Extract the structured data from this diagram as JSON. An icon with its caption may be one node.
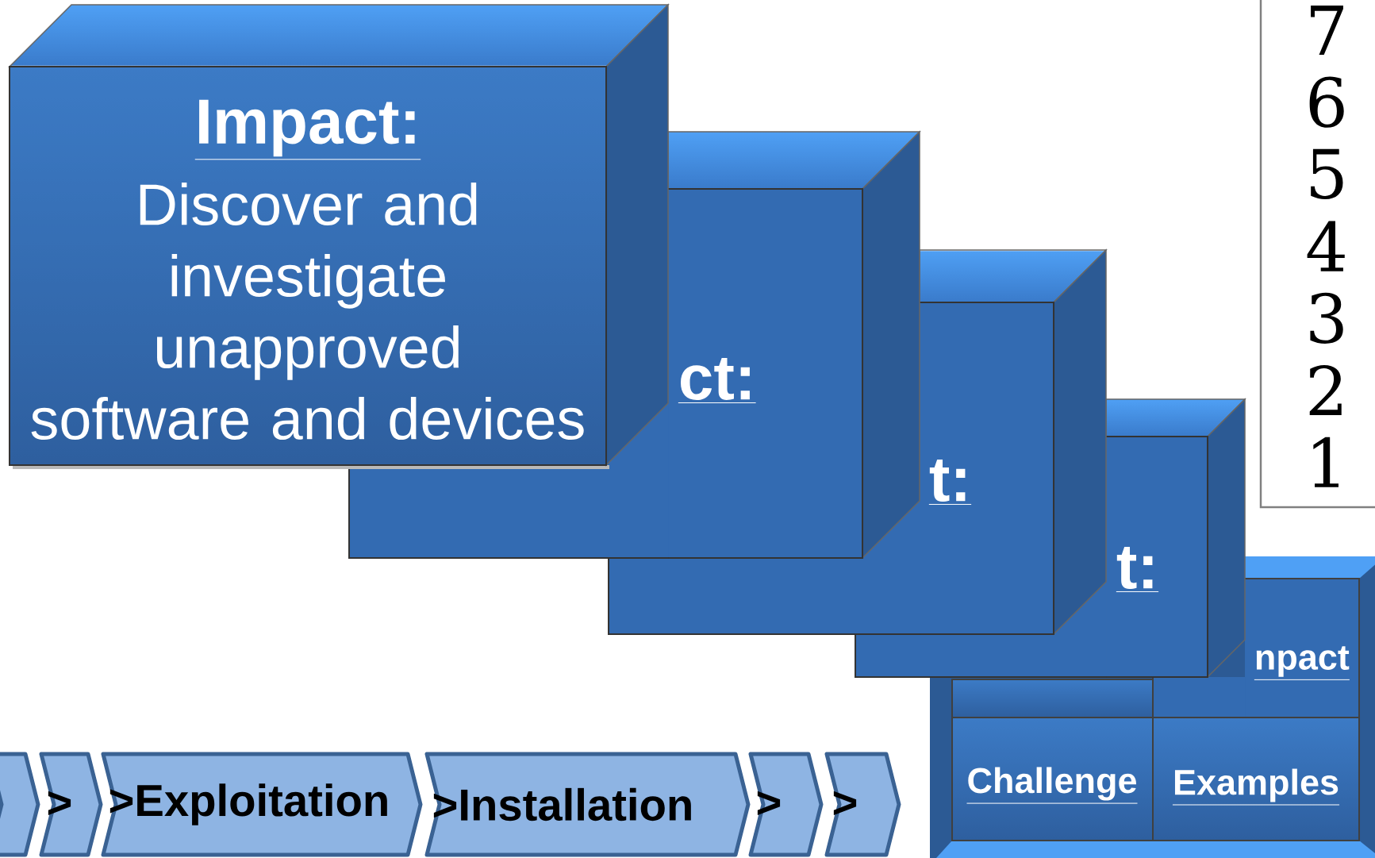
{
  "diagram": {
    "nodes": [
      {
        "text": [
          "Impact:",
          "Discover and investigate unapproved software and devices"
        ]
      },
      {
        "text": [
          "ct:"
        ]
      },
      {
        "text": [
          "t:"
        ]
      },
      {
        "text": [
          "t:"
        ]
      },
      {
        "text": [],
        "shape": "box"
      },
      {
        "text": [
          "npact"
        ]
      },
      {
        "text": [
          "Challenge"
        ]
      },
      {
        "text": [
          "Examples"
        ]
      },
      {
        "text": [
          "7",
          "6",
          "5",
          "4",
          "3",
          "2",
          "1"
        ]
      },
      {
        "text": [],
        "shape": "chevron"
      },
      {
        "text": [
          ">"
        ]
      },
      {
        "text": [
          ">Exploitation"
        ]
      },
      {
        "text": [
          ">Installation"
        ]
      },
      {
        "text": [
          ">"
        ]
      },
      {
        "text": [
          ">"
        ]
      }
    ]
  }
}
